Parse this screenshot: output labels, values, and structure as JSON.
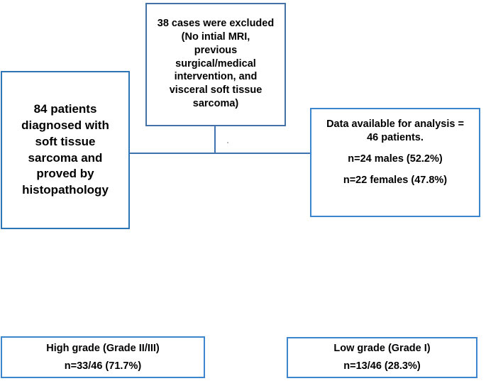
{
  "diagram": {
    "title": "Patient selection flowchart for soft tissue sarcoma study",
    "colors": {
      "box_border_source": "#2E75B6",
      "box_border_excluded": "#4472A8",
      "box_border_standard": "#3C86CE",
      "connector": "#3F72AE",
      "text": "#000000",
      "background": "#ffffff"
    },
    "boxes": {
      "source": {
        "name": "source-population",
        "lines": [
          "84 patients",
          "diagnosed with",
          "soft tissue",
          "sarcoma and",
          "proved by",
          "histopathology"
        ]
      },
      "excluded": {
        "name": "excluded-cases",
        "lines": [
          "38 cases were excluded",
          "(No intial MRI,",
          "previous",
          "surgical/medical",
          "intervention, and",
          "visceral soft tissue",
          "sarcoma)"
        ]
      },
      "analysis": {
        "name": "analysis-population",
        "heading_line_1": "Data available for analysis =",
        "heading_line_2": "46 patients.",
        "stat_males": "n=24 males  (52.2%)",
        "stat_females": "n=22 females  (47.8%)"
      },
      "high_grade": {
        "name": "high-grade-group",
        "label": "High grade (Grade II/III)",
        "value": "n=33/46 (71.7%)"
      },
      "low_grade": {
        "name": "low-grade-group",
        "label": "Low grade (Grade I)",
        "value": "n=13/46 (28.3%)"
      }
    }
  }
}
